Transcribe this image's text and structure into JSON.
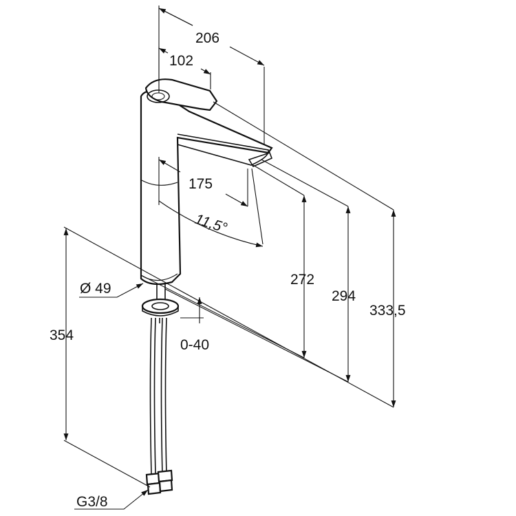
{
  "dimensions": {
    "spout_reach": "206",
    "lever_reach": "102",
    "spout_length": "175",
    "spout_angle": "11,5°",
    "spout_height": "272",
    "lever_height": "294",
    "total_height": "333,5",
    "body_diameter": "Ø 49",
    "counter_thickness": "0-40",
    "below_counter": "354",
    "connection_thread": "G3/8"
  }
}
